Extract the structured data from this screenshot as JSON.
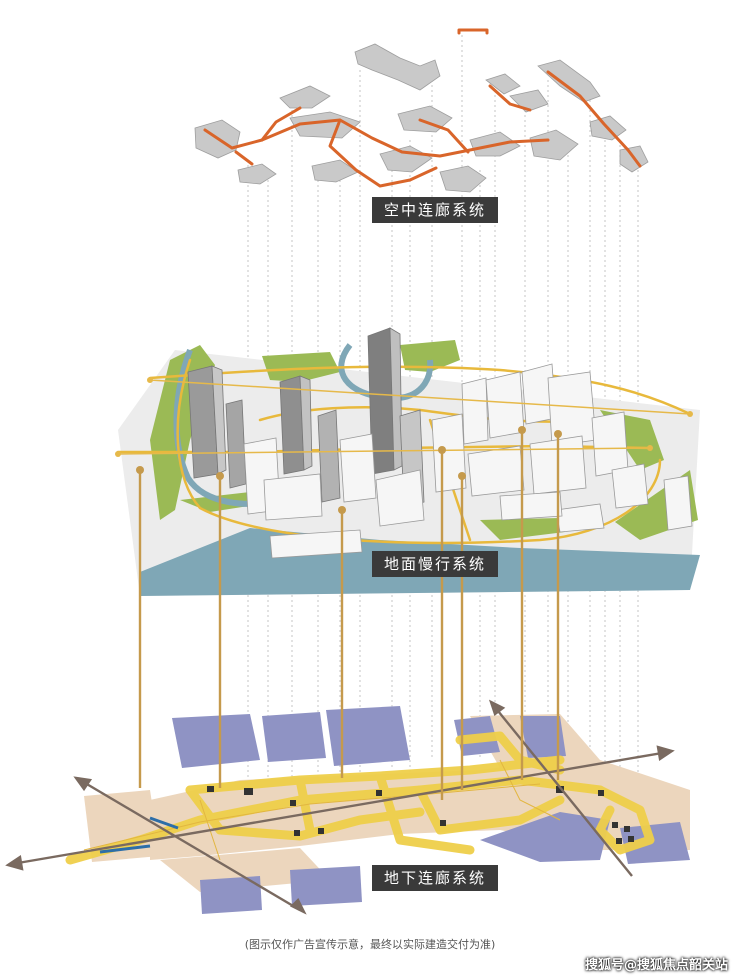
{
  "diagram": {
    "layers": [
      {
        "id": "sky",
        "label": "空中连廊系统"
      },
      {
        "id": "ground",
        "label": "地面慢行系统"
      },
      {
        "id": "under",
        "label": "地下连廊系统"
      }
    ],
    "caption": "(图示仅作广告宣传示意，最终以实际建造交付为准)",
    "watermark": "搜狐号@搜狐焦点韶关站"
  },
  "colors": {
    "sky_walkway": "#d9652a",
    "ground_path": "#e8b93c",
    "underground_path": "#efcf4a",
    "connector": "#c59a4c",
    "water": "#7fa7b6",
    "green": "#9bba55",
    "slab": "#bdbdbd",
    "label_bg": "#3a3a3a",
    "blue_zone": "#8f93c4",
    "tan_zone": "#ecd6bd"
  }
}
